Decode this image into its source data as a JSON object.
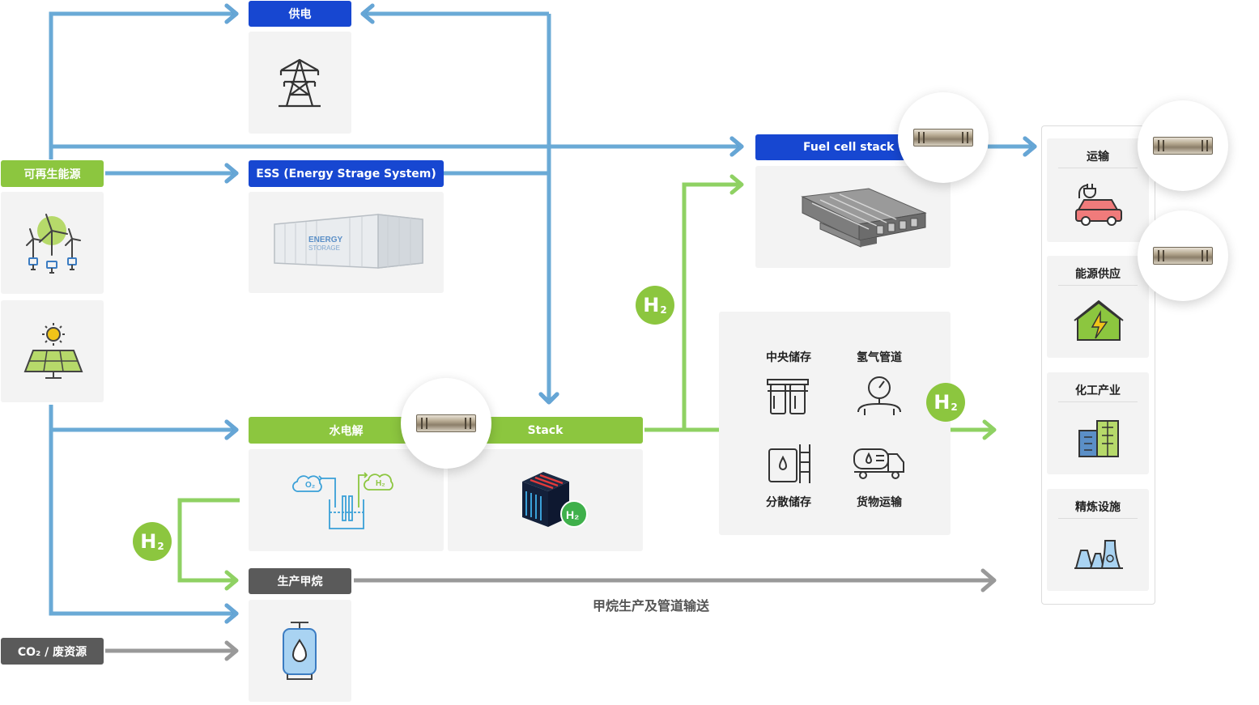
{
  "nodes": {
    "power_supply": "供电",
    "ess": "ESS (Energy Strage System)",
    "fuel_cell_stack": "Fuel cell stack",
    "renewable": "可再生能源",
    "electrolysis": "水电解",
    "stack": "Stack",
    "methane_production": "生产甲烷",
    "co2_waste": "CO₂ / 废资源"
  },
  "ess_image_text": [
    "ENERGY",
    "STORAGE"
  ],
  "h2_badge": "H",
  "h2_sub": "2",
  "storage": {
    "central": "中央储存",
    "pipeline": "氢气管道",
    "distributed": "分散储存",
    "freight": "货物运输"
  },
  "methane_pipeline_label": "甲烷生产及管道输送",
  "applications": [
    "运输",
    "能源供应",
    "化工产业",
    "精炼设施"
  ],
  "icons": {
    "power_supply": "transmission-tower-icon",
    "wind": "wind-turbine-icon",
    "solar": "solar-panel-icon",
    "ess": "energy-storage-container-icon",
    "fuel_cell": "fuel-cell-stack-image",
    "electrolysis": "electrolysis-icon",
    "stack": "electrolyzer-stack-icon",
    "methane": "gas-cylinder-icon",
    "central_storage": "storage-tanks-icon",
    "pipeline": "pipeline-gauge-icon",
    "distributed_storage": "storage-tank-ladder-icon",
    "freight": "tank-truck-icon",
    "transport": "electric-car-icon",
    "energy_supply": "house-bolt-icon",
    "chemical": "factory-buildings-icon",
    "refinery": "refinery-icon"
  },
  "colors": {
    "blue_header": "#1747d1",
    "green_header": "#8cc63f",
    "gray_header": "#5a5a5a",
    "blue_flow": "#6aaad6",
    "green_flow": "#8fd163",
    "gray_flow": "#999999",
    "panel_bg": "#f3f3f3"
  }
}
